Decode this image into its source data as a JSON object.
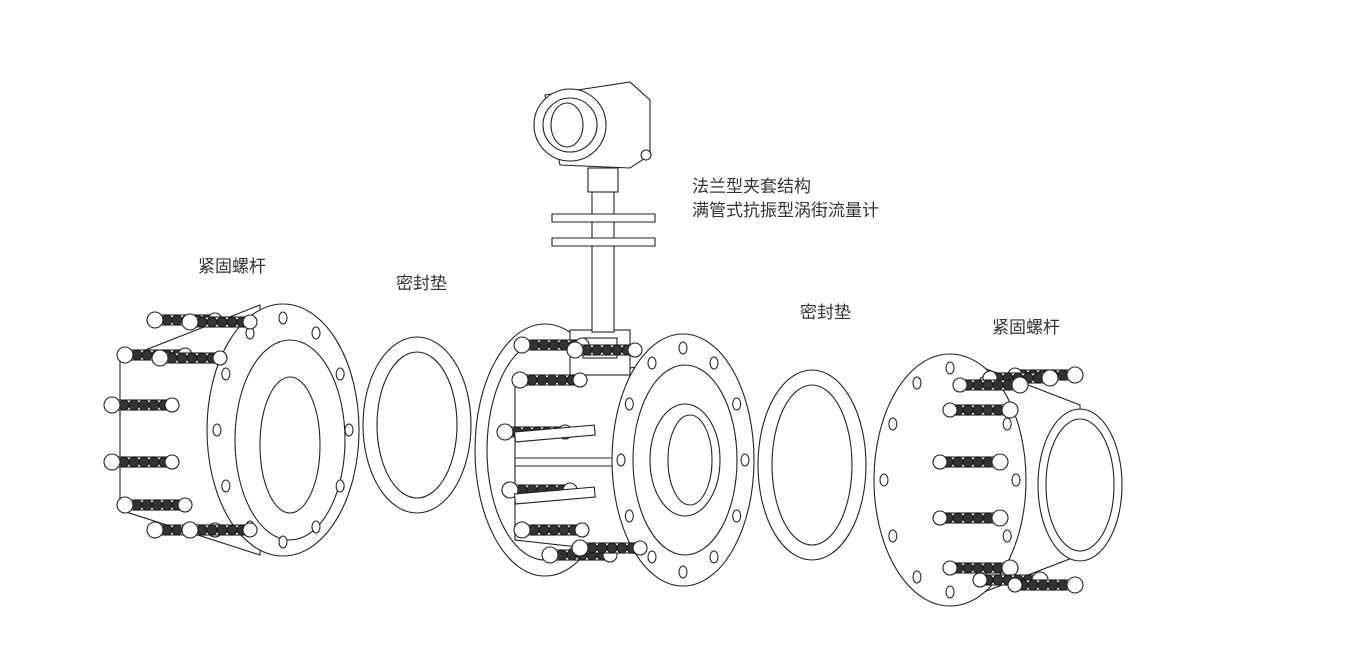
{
  "title": {
    "line1": "法兰型夹套结构",
    "line2": "满管式抗振型涡街流量计"
  },
  "labels": {
    "left_bolts": "紧固螺杆",
    "left_gasket": "密封垫",
    "right_gasket": "密封垫",
    "right_bolts": "紧固螺杆"
  }
}
